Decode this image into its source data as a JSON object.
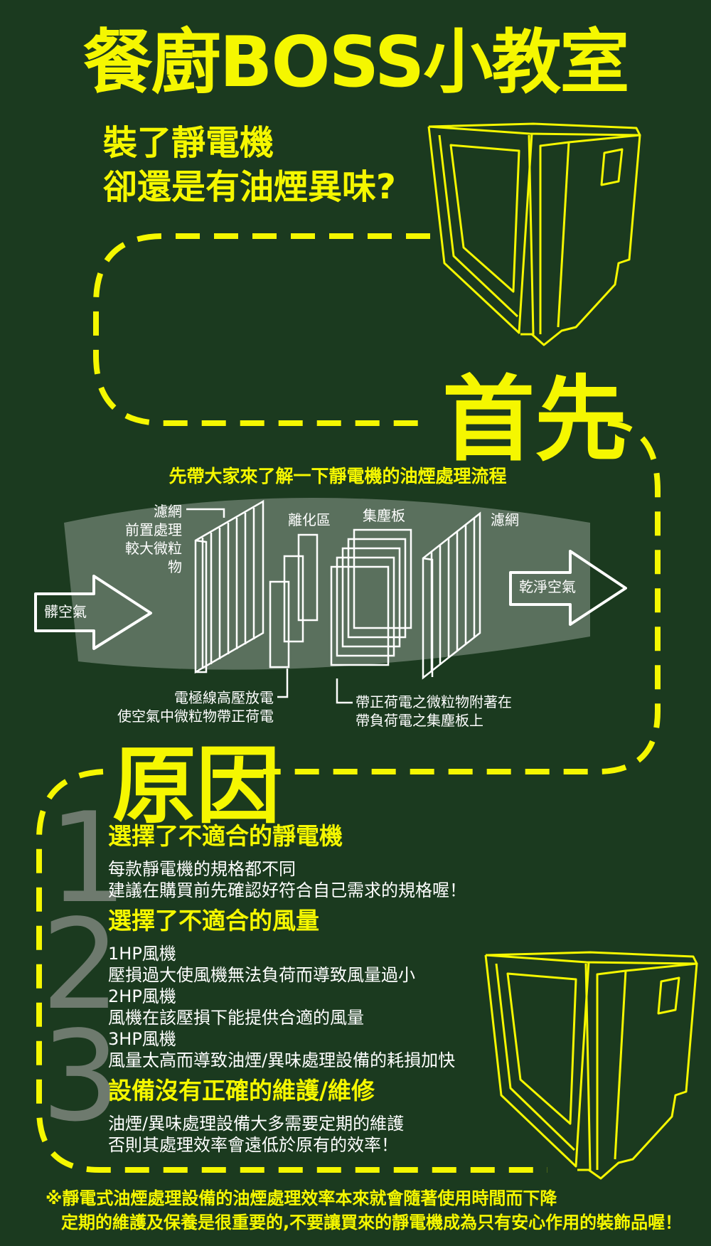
{
  "title": "餐廚BOSS小教室",
  "question": {
    "line1": "裝了靜電機",
    "line2": "卻還是有油煙異味?"
  },
  "first_label": "首先",
  "flow": {
    "subtitle": "先帶大家來了解一下靜電機的油煙處理流程",
    "dirty_air": "髒空氣",
    "clean_air": "乾淨空氣",
    "prefilter_label_1": "濾網",
    "prefilter_label_2": "前置處理",
    "prefilter_label_3": "較大微粒物",
    "ionizer_label": "離化區",
    "collector_label": "集塵板",
    "filter_label": "濾網",
    "electrode_line1": "電極線高壓放電",
    "electrode_line2": "使空氣中微粒物帶正荷電",
    "collect_line1": "帶正荷電之微粒物附著在",
    "collect_line2": "帶負荷電之集塵板上"
  },
  "reason_label": "原因",
  "reasons": [
    {
      "number": "1",
      "heading": "選擇了不適合的靜電機",
      "lines": [
        "每款靜電機的規格都不同",
        "建議在購買前先確認好符合自己需求的規格喔！"
      ]
    },
    {
      "number": "2",
      "heading": "選擇了不適合的風量",
      "lines": [
        "1HP風機",
        "壓損過大使風機無法負荷而導致風量過小",
        "2HP風機",
        "風機在該壓損下能提供合適的風量",
        "3HP風機",
        "風量太高而導致油煙/異味處理設備的耗損加快"
      ]
    },
    {
      "number": "3",
      "heading": "設備沒有正確的維護/維修",
      "lines": [
        "油煙/異味處理設備大多需要定期的維護",
        "否則其處理效率會遠低於原有的效率！"
      ]
    }
  ],
  "note": {
    "line1": "※靜電式油煙處理設備的油煙處理效率本來就會隨著使用時間而下降",
    "line2": "定期的維護及保養是很重要的,不要讓買來的靜電機成為只有安心作用的裝飾品喔！"
  },
  "colors": {
    "background": "#1b3a1f",
    "accent": "#f5f700",
    "number_gray": "#6e7a6e"
  }
}
